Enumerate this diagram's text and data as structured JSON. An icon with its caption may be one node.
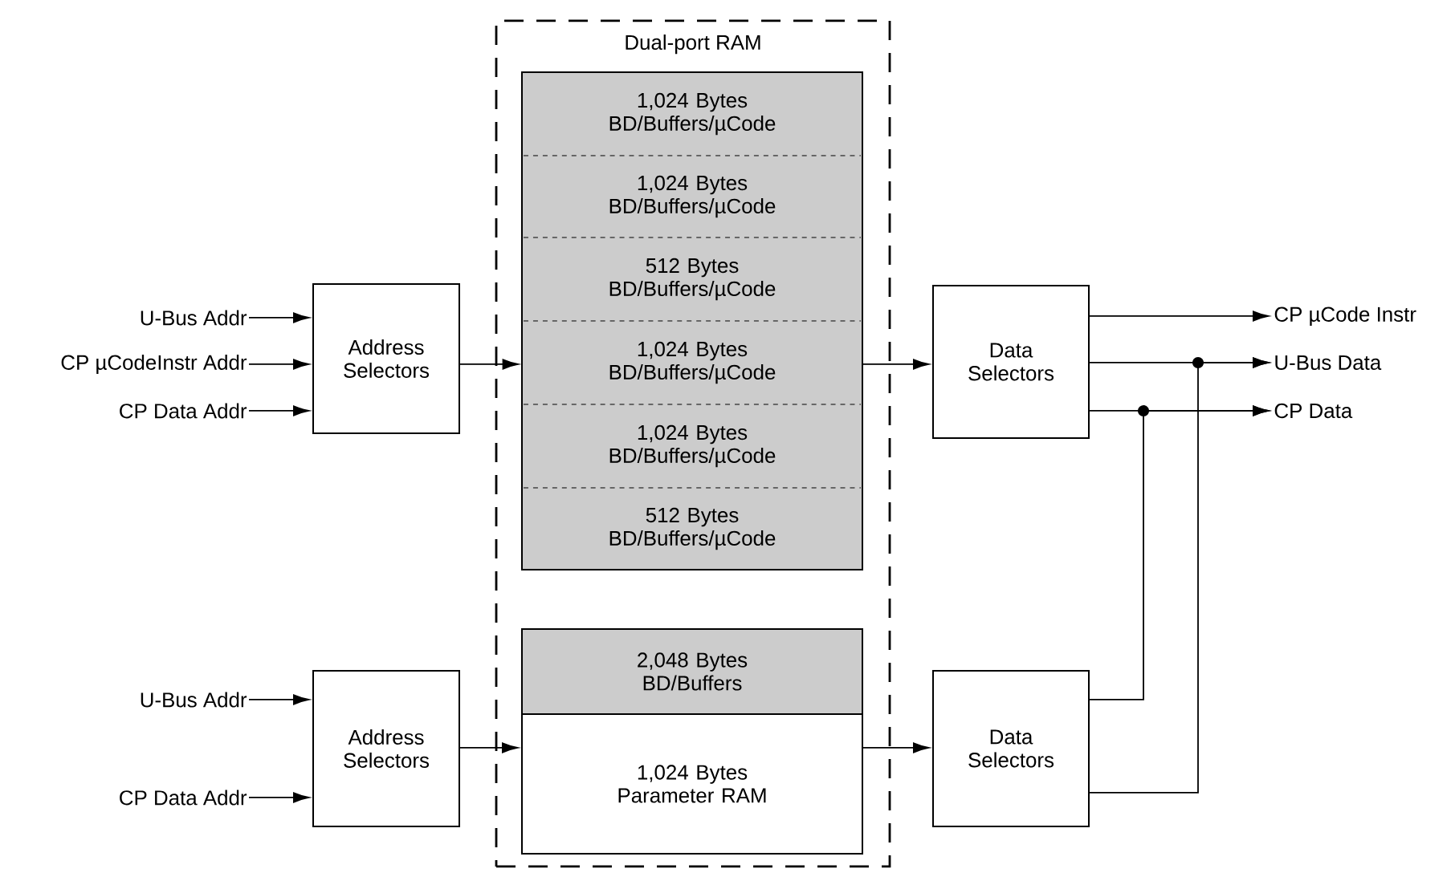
{
  "diagram": {
    "nodes": [
      {
        "text": [
          "Dual-port RAM"
        ]
      },
      {
        "text": [
          "1,024 Bytes BD/Buffers/µCode"
        ],
        "in": 0
      },
      {
        "text": [
          "1,024 Bytes BD/Buffers/µCode"
        ],
        "in": 0
      },
      {
        "text": [
          "512 Bytes BD/Buffers/µCode"
        ],
        "in": 0
      },
      {
        "text": [
          "1,024 Bytes BD/Buffers/µCode"
        ],
        "in": 0
      },
      {
        "text": [
          "1,024 Bytes BD/Buffers/µCode"
        ],
        "in": 0
      },
      {
        "text": [
          "512 Bytes BD/Buffers/µCode"
        ],
        "in": 0
      },
      {
        "text": [
          "2,048 Bytes BD/Buffers"
        ],
        "in": 0
      },
      {
        "text": [
          "1,024 Bytes Parameter RAM"
        ],
        "in": 0
      },
      {
        "text": [
          "U-Bus Addr"
        ]
      },
      {
        "text": [
          "CP µCodeInstr Addr"
        ]
      },
      {
        "text": [
          "CP Data Addr"
        ]
      },
      {
        "text": [
          "Address Selectors"
        ]
      },
      {
        "text": [
          "Data Selectors"
        ]
      },
      {
        "text": [
          "CP µCode Instr"
        ]
      },
      {
        "text": [
          "U-Bus Data"
        ]
      },
      {
        "text": [
          "CP Data"
        ]
      },
      {
        "text": [
          "U-Bus Addr"
        ]
      },
      {
        "text": [
          "CP Data Addr"
        ]
      },
      {
        "text": [
          "Address Selectors"
        ]
      },
      {
        "text": [
          "Data Selectors"
        ]
      }
    ],
    "edges": [
      {
        "from": 9,
        "to": 12,
        "arrow": "to"
      },
      {
        "from": 10,
        "to": 12,
        "arrow": "to"
      },
      {
        "from": 11,
        "to": 12,
        "arrow": "to"
      },
      {
        "from": 12,
        "to": 4,
        "arrow": "to"
      },
      {
        "from": 4,
        "to": 13,
        "arrow": "to"
      },
      {
        "from": 13,
        "to": 14,
        "arrow": "to"
      },
      {
        "from": 13,
        "to": 15,
        "arrow": "to"
      },
      {
        "from": 13,
        "to": 16,
        "arrow": "to"
      },
      {
        "from": 17,
        "to": 19,
        "arrow": "to"
      },
      {
        "from": 18,
        "to": 19,
        "arrow": "to"
      },
      {
        "from": 19,
        "to": 8,
        "arrow": "to"
      },
      {
        "from": 8,
        "to": 20,
        "arrow": "to"
      },
      {
        "from": 20,
        "to": 16,
        "arrow": "to"
      },
      {
        "from": 20,
        "to": 15,
        "arrow": "to"
      }
    ]
  }
}
